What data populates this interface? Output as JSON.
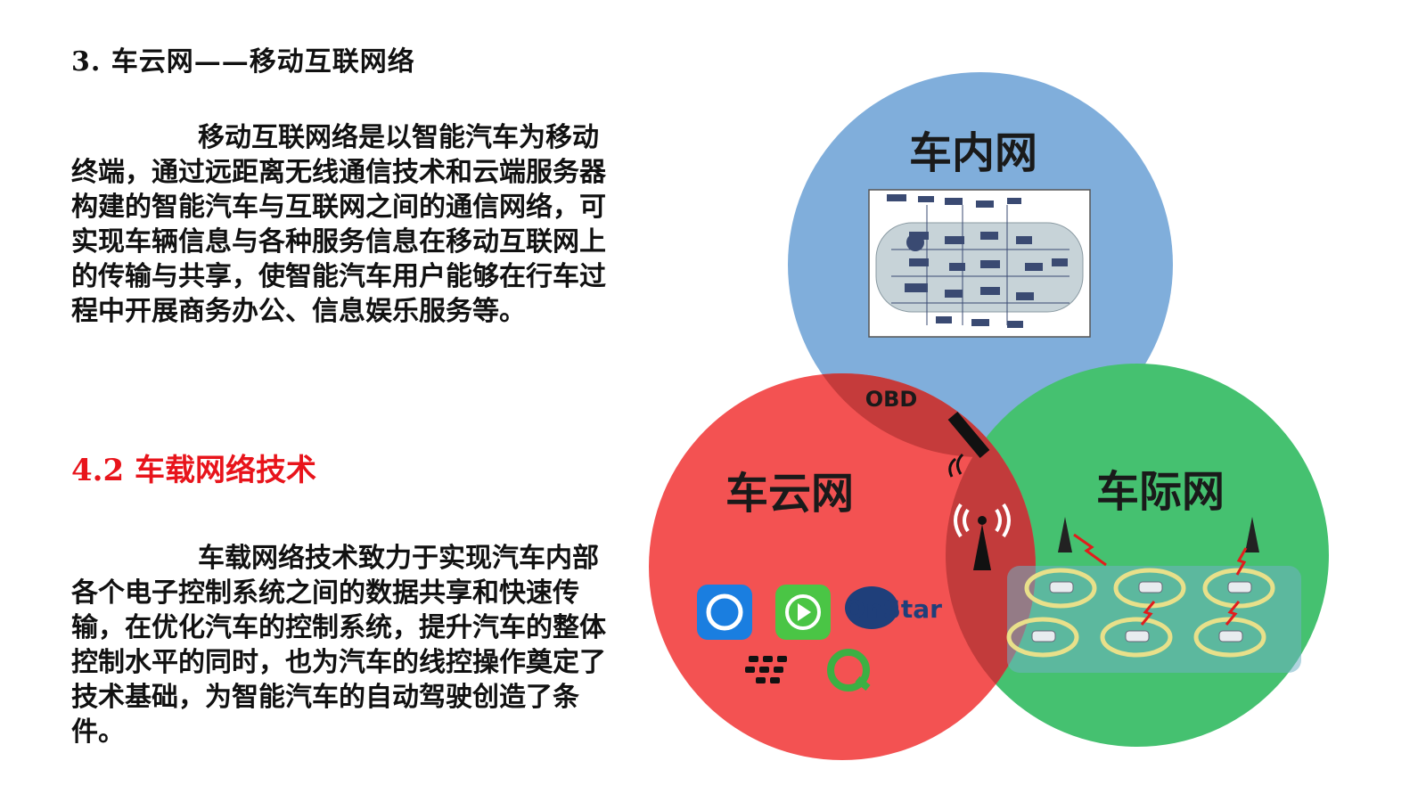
{
  "section3": {
    "heading": "3. 车云网——移动互联网络",
    "paragraph": "移动互联网络是以智能汽车为移动终端，通过远距离无线通信技术和云端服务器构建的智能汽车与互联网之间的通信网络，可实现车辆信息与各种服务信息在移动互联网上的传输与共享，使智能汽车用户能够在行车过程中开展商务办公、信息娱乐服务等。"
  },
  "section42": {
    "heading": "4.2  车载网络技术",
    "heading_color": "#e8141b",
    "paragraph": "车载网络技术致力于实现汽车内部各个电子控制系统之间的数据共享和快速传输，在优化汽车的控制系统，提升汽车的整体控制水平的同时，也为汽车的线控操作奠定了技术基础，为智能汽车的自动驾驶创造了条件。"
  },
  "diagram": {
    "circle_in_vehicle_label": "车内网",
    "circle_cloud_label": "车云网",
    "circle_v2v_label": "车际网",
    "obd_label": "OBD",
    "onstar_label": "OnStar",
    "colors": {
      "in_vehicle": "#80aedb",
      "cloud": "#f35252",
      "v2v": "#45c170",
      "overlap": "#c23b3b"
    }
  }
}
